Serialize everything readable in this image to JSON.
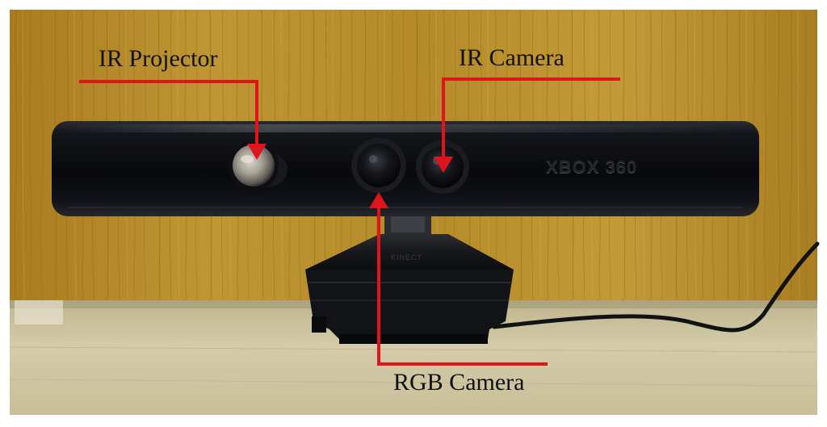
{
  "labels": {
    "ir_projector": "IR Projector",
    "ir_camera": "IR Camera",
    "rgb_camera": "RGB Camera"
  },
  "device": {
    "brand": "XBOX 360",
    "base_brand": "KINECT"
  },
  "colors": {
    "arrow": "#e0141b",
    "wall": "#b88d2c",
    "floor": "#cfc6a2",
    "device_body": "#0b0c10"
  },
  "icons": {
    "pointer_arrows": "arrow-icon"
  }
}
